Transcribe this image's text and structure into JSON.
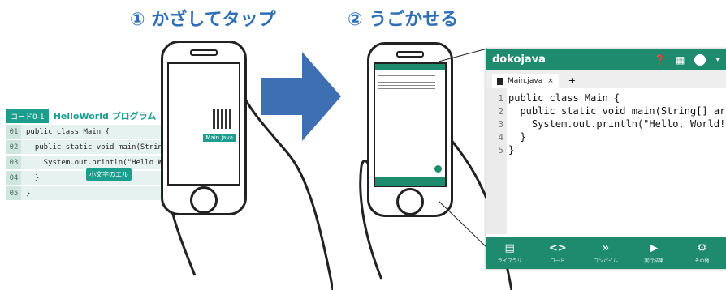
{
  "steps": {
    "step1": "① かざしてタップ",
    "step2": "② うごかせる"
  },
  "listing": {
    "tag": "コード0-1",
    "title": "HelloWorld プログラム",
    "rows": [
      {
        "ln": "01",
        "code": "public class Main {"
      },
      {
        "ln": "02",
        "code": "  public static void main(String[] args) {"
      },
      {
        "ln": "03",
        "code": "    System.out.println(\"Hello World\");"
      },
      {
        "ln": "04",
        "code": "  }"
      },
      {
        "ln": "05",
        "code": "}"
      }
    ],
    "callout": "小文字のエル"
  },
  "qr_label": "Main.java",
  "editor": {
    "app_title": "dokojava",
    "tab_label": "Main.java",
    "tab_close": "×",
    "tab_add": "+",
    "lines": [
      {
        "n": "1",
        "code": "public class Main {"
      },
      {
        "n": "2",
        "code": "  public static void main(String[] arg"
      },
      {
        "n": "3",
        "code": "    System.out.println(\"Hello, World!\""
      },
      {
        "n": "4",
        "code": "  }"
      },
      {
        "n": "5",
        "code": "}"
      }
    ],
    "fab_icon": "»",
    "nav": [
      {
        "icon": "▤",
        "label": "ライブラリ"
      },
      {
        "icon": "<>",
        "label": "コード"
      },
      {
        "icon": "»",
        "label": "コンパイル"
      },
      {
        "icon": "▶",
        "label": "実行結果"
      },
      {
        "icon": "⚙",
        "label": "その他"
      }
    ]
  },
  "colors": {
    "accent": "#1e8a6e",
    "teal": "#1b9e8e",
    "arrow": "#3f6fb3",
    "title": "#2f6fb5"
  }
}
